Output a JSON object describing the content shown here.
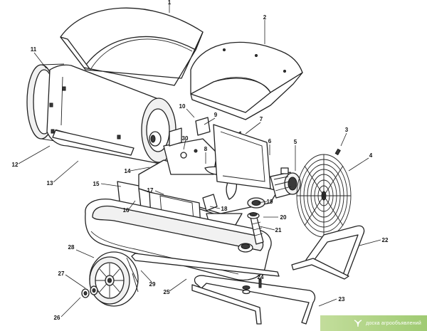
{
  "diagram": {
    "callouts": [
      "1",
      "2",
      "3",
      "4",
      "5",
      "6",
      "7",
      "8",
      "9",
      "10",
      "11",
      "12",
      "13",
      "14",
      "15",
      "16",
      "17",
      "18",
      "19",
      "20",
      "21",
      "22",
      "23",
      "24",
      "25",
      "26",
      "27",
      "28",
      "29",
      "30"
    ]
  },
  "watermark": {
    "text": "доска агрообъявлений",
    "icon": "leaf-icon"
  }
}
